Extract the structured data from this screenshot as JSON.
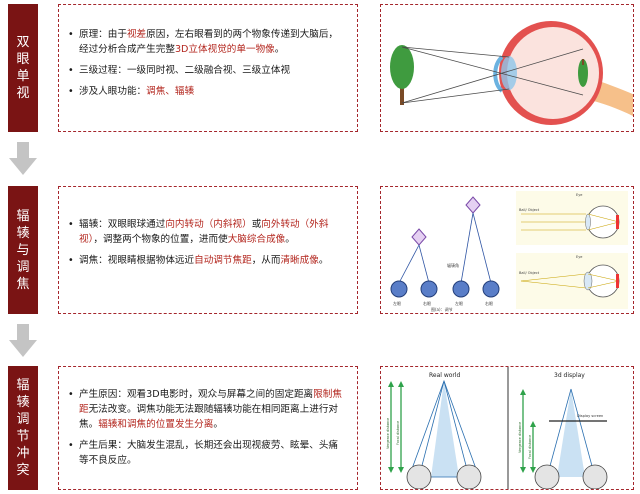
{
  "sections": [
    {
      "label": "双眼单视",
      "items": [
        [
          {
            "t": "原理：由于",
            "r": false
          },
          {
            "t": "视差",
            "r": true
          },
          {
            "t": "原因，左右眼看到的两个物象传递到大脑后，经过分析合成产生完整",
            "r": false
          },
          {
            "t": "3D立体视觉的单一物像",
            "r": true
          },
          {
            "t": "。",
            "r": false
          }
        ],
        [
          {
            "t": "三级过程：一级同时视、二级融合视、三级立体视",
            "r": false
          }
        ],
        [
          {
            "t": "涉及人眼功能：",
            "r": false
          },
          {
            "t": "调焦、辐辏",
            "r": true
          }
        ]
      ]
    },
    {
      "label": "辐辏与调焦",
      "items": [
        [
          {
            "t": "辐辏：双眼眼球通过",
            "r": false
          },
          {
            "t": "向内转动（内斜视）",
            "r": true
          },
          {
            "t": "或",
            "r": false
          },
          {
            "t": "向外转动（外斜视）",
            "r": true
          },
          {
            "t": "，调整两个物象的位置，进而使",
            "r": false
          },
          {
            "t": "大脑综合成像",
            "r": true
          },
          {
            "t": "。",
            "r": false
          }
        ],
        [
          {
            "t": "调焦：视眼睛根据物体远近",
            "r": false
          },
          {
            "t": "自动调节焦距",
            "r": true
          },
          {
            "t": "，从而",
            "r": false
          },
          {
            "t": "清晰成像",
            "r": true
          },
          {
            "t": "。",
            "r": false
          }
        ]
      ]
    },
    {
      "label": "辐辏调节冲突",
      "items": [
        [
          {
            "t": "产生原因：观看3D电影时，观众与屏幕之间的固定距离",
            "r": false
          },
          {
            "t": "限制焦距",
            "r": true
          },
          {
            "t": "无法改变。调焦功能无法跟随辐辏功能在相同距离上进行对焦。",
            "r": false
          },
          {
            "t": "辐辏和调焦的位置发生分离",
            "r": true
          },
          {
            "t": "。",
            "r": false
          }
        ],
        [
          {
            "t": "产生后果：大脑发生混乱，长期还会出现视疲劳、眩晕、头痛等不良反应。",
            "r": false
          }
        ]
      ]
    }
  ],
  "figure2": {
    "small_labels": [
      "左眼",
      "右眼",
      "左眼",
      "右眼"
    ],
    "angle_label": "辐辏角",
    "caption": "图(a)：调节",
    "top_label_1": "Ball/ Object",
    "top_label_2": "Eye",
    "bottom_label_1": "Ball/ Object",
    "bottom_label_2": "Eye"
  },
  "figure3": {
    "left_title": "Real world",
    "right_title": "3d display",
    "left_axis_1": "Vergence distance",
    "left_axis_2": "Focal distance",
    "right_axis_1": "Vergence distance",
    "right_axis_2": "Focal distance",
    "screen_label": "Display screen"
  },
  "colors": {
    "label_bg": "#7a1414",
    "accent_red": "#b3261e",
    "dashed_border": "#a4262c",
    "arrow_gray": "#c4c4c4"
  }
}
